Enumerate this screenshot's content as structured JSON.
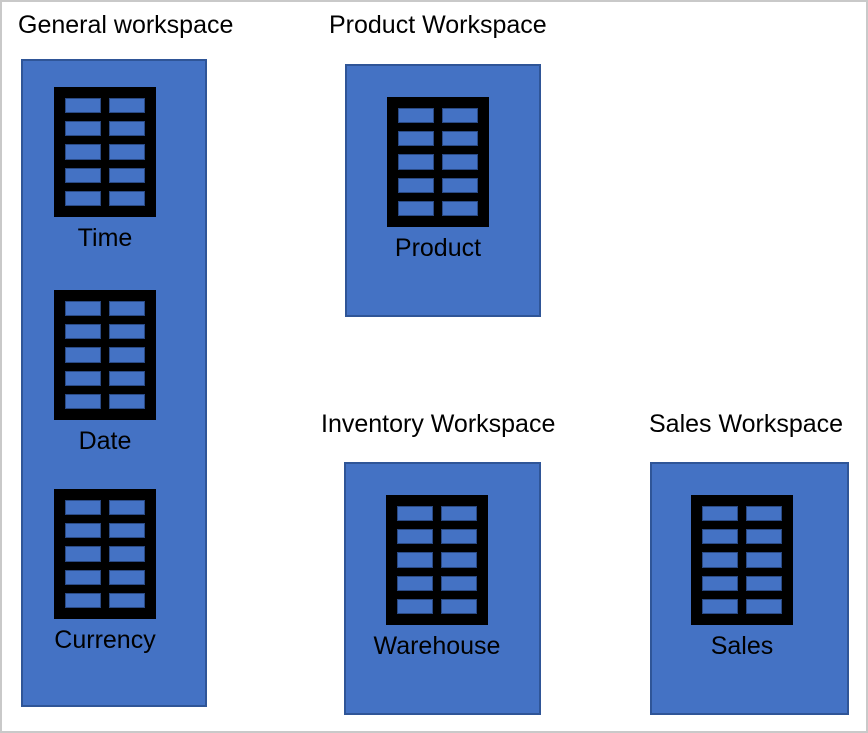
{
  "colors": {
    "box_fill": "#4472C4",
    "box_border": "#2F5597",
    "icon_frame": "#000000",
    "canvas_border": "#c9c9c9",
    "text": "#000000"
  },
  "workspaces": [
    {
      "id": "general",
      "title": "General workspace",
      "tables": [
        {
          "label": "Time"
        },
        {
          "label": "Date"
        },
        {
          "label": "Currency"
        }
      ]
    },
    {
      "id": "product",
      "title": "Product Workspace",
      "tables": [
        {
          "label": "Product"
        }
      ]
    },
    {
      "id": "inventory",
      "title": "Inventory Workspace",
      "tables": [
        {
          "label": "Warehouse"
        }
      ]
    },
    {
      "id": "sales",
      "title": "Sales Workspace",
      "tables": [
        {
          "label": "Sales"
        }
      ]
    }
  ]
}
